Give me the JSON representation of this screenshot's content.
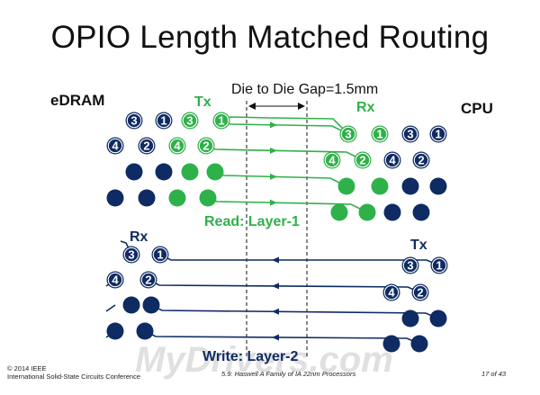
{
  "title": "OPIO Length Matched Routing",
  "labels": {
    "edram": "eDRAM",
    "cpu": "CPU",
    "gap": "Die to Die Gap=1.5mm",
    "tx_top": "Tx",
    "rx_top": "Rx",
    "rx_bottom": "Rx",
    "tx_bottom": "Tx",
    "read_layer": "Read: Layer-1",
    "write_layer": "Write: Layer-2"
  },
  "pin_numbers": [
    "1",
    "2",
    "3",
    "4"
  ],
  "watermark": "MyDrivers.com",
  "footer": {
    "copyright": "© 2014 IEEE",
    "conference": "International Solid-State Circuits Conference",
    "paper": "5.9: Haswell A Family of IA 22nm Processors",
    "page": "17 of 43"
  },
  "colors": {
    "navy": "#0f2b63",
    "green": "#2fb14a",
    "text_dark": "#111111"
  }
}
